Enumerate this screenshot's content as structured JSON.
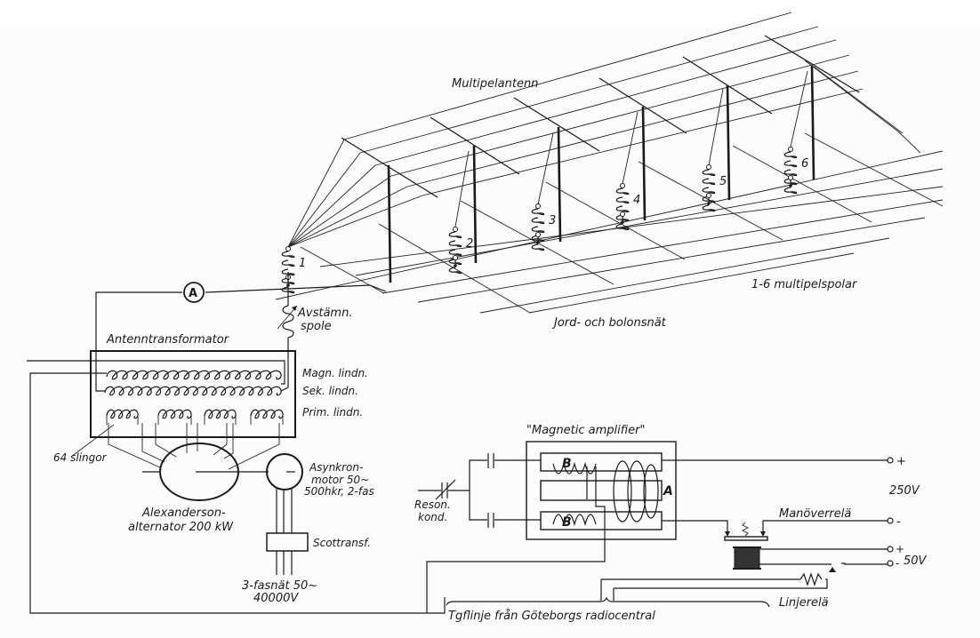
{
  "diagram": {
    "title": "Multipelantenn",
    "antenna": {
      "label": "Multipelantenn",
      "ground_label": "Jord- och bolonsnät",
      "coils_label": "1-6 multipelspolar",
      "coil_numbers": [
        "1",
        "2",
        "3",
        "4",
        "5",
        "6"
      ]
    },
    "ammeter": {
      "symbol": "A"
    },
    "tuning_coil": {
      "line1": "Avstämn.",
      "line2": "spole"
    },
    "transformer": {
      "label": "Antenntransformator",
      "windings": [
        "Magn. lindn.",
        "Sek. lindn.",
        "Prim. lindn."
      ]
    },
    "alternator": {
      "loops_label": "64 slingor",
      "line1": "Alexanderson-",
      "line2": "alternator 200 kW"
    },
    "motor": {
      "line1": "Asynkron-",
      "line2": "motor 50~",
      "line3": "500hkr, 2-fas"
    },
    "scott": {
      "label": "Scottransf."
    },
    "grid": {
      "line1": "3-fasnät 50~",
      "line2": "40000V"
    },
    "amplifier": {
      "label": "\"Magnetic amplifier\"",
      "core_b": "B",
      "core_a": "A",
      "resonance": {
        "line1": "Reson.",
        "line2": "kond."
      }
    },
    "supply": {
      "v250": "250V",
      "v50": "50V",
      "plus": "+",
      "minus": "-"
    },
    "relays": {
      "control": "Manöverrelä",
      "line": "Linjerelä"
    },
    "telegraph_line": "Tgflinje från Göteborgs radiocentral"
  }
}
